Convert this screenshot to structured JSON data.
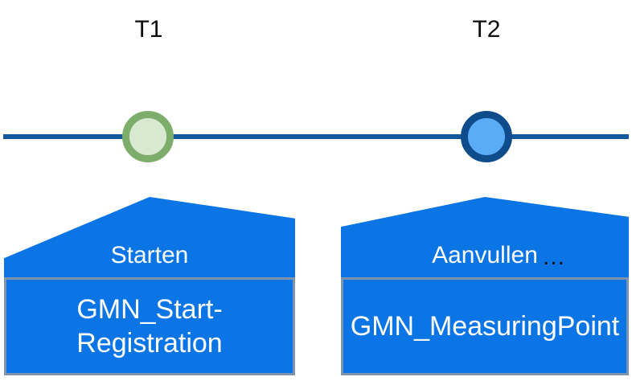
{
  "diagram": {
    "type": "timeline",
    "timeline": {
      "name": "timeline-axis",
      "color": "#14589F"
    },
    "time_labels": [
      {
        "id": "t1",
        "text": "T1"
      },
      {
        "id": "t2",
        "text": "T2"
      }
    ],
    "markers": [
      {
        "id": "t1",
        "ring_color": "#7CAD6B",
        "fill_color": "#D9E8D0"
      },
      {
        "id": "t2",
        "ring_color": "#0F4C8C",
        "fill_color": "#5BACF7"
      }
    ],
    "events": [
      {
        "id": "starten",
        "action_label": "Starten",
        "entity_label": "GMN_Start-Registration",
        "banner_color": "#0B75E6",
        "box_border_color": "#7D94AF",
        "ellipsis": ""
      },
      {
        "id": "aanvullen",
        "action_label": "Aanvullen",
        "entity_label": "GMN_MeasuringPoint",
        "banner_color": "#0B75E6",
        "box_border_color": "#7D94AF",
        "ellipsis": "..."
      }
    ]
  }
}
